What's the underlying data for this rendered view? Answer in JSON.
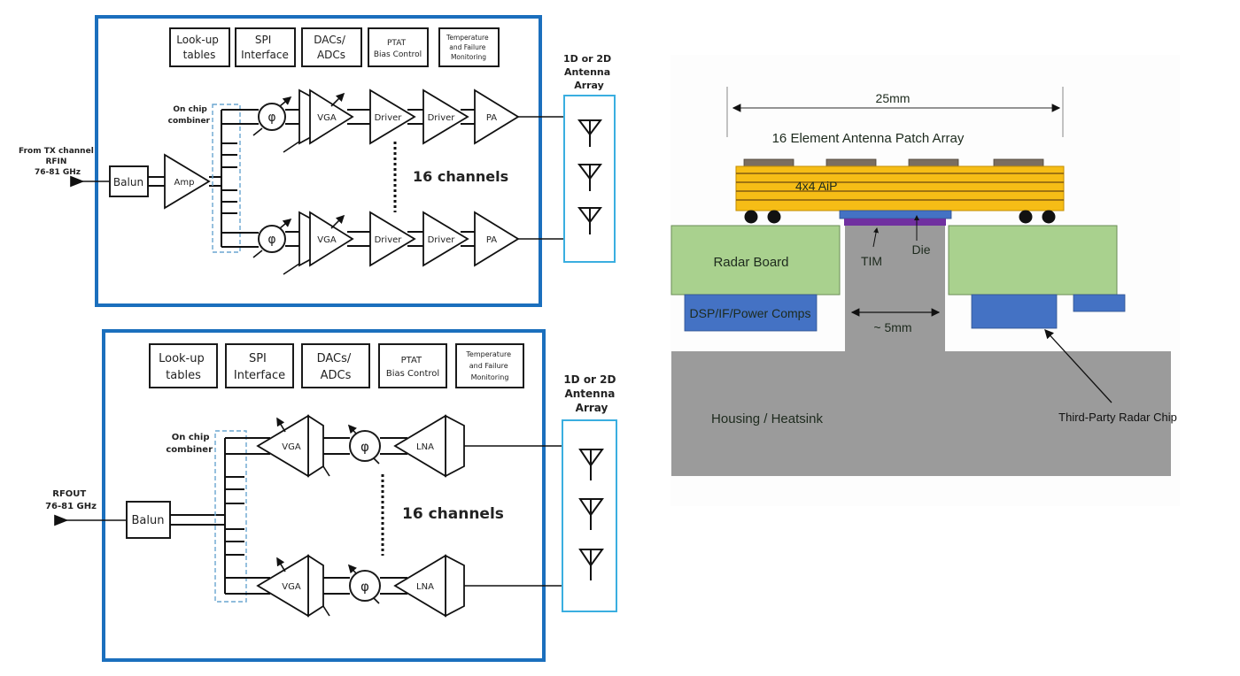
{
  "tx_diagram": {
    "input_label": [
      "From TX channel",
      "RFIN",
      "76-81 GHz"
    ],
    "balun": "Balun",
    "amp": "Amp",
    "combiner_label": [
      "On chip",
      "combiner"
    ],
    "control_blocks": [
      [
        "Look-up",
        "tables"
      ],
      [
        "SPI",
        "Interface"
      ],
      [
        "DACs/",
        "ADCs"
      ],
      [
        "PTAT",
        "Bias Control"
      ],
      [
        "Temperature",
        "and Failure",
        "Monitoring"
      ]
    ],
    "phase_shifter": "φ",
    "chain": [
      "VGA",
      "Driver",
      "Driver",
      "PA"
    ],
    "channels_label": "16 channels",
    "antenna_label": [
      "1D or 2D",
      "Antenna",
      "Array"
    ]
  },
  "rx_diagram": {
    "output_label": [
      "RFOUT",
      "76-81 GHz"
    ],
    "balun": "Balun",
    "combiner_label": [
      "On chip",
      "combiner"
    ],
    "control_blocks": [
      [
        "Look-up",
        "tables"
      ],
      [
        "SPI",
        "Interface"
      ],
      [
        "DACs/",
        "ADCs"
      ],
      [
        "PTAT",
        "Bias Control"
      ],
      [
        "Temperature",
        "and Failure",
        "Monitoring"
      ]
    ],
    "phase_shifter": "φ",
    "chain": [
      "VGA",
      "LNA"
    ],
    "channels_label": "16 channels",
    "antenna_label": [
      "1D or 2D",
      "Antenna",
      "Array"
    ]
  },
  "package_diagram": {
    "width_dim": "25mm",
    "array_label": "16 Element Antenna Patch Array",
    "aip_label": "4x4 AiP",
    "tim_label": "TIM",
    "die_label": "Die",
    "radar_board_label": "Radar Board",
    "dsp_label": "DSP/IF/Power Comps",
    "gap_dim": "~ 5mm",
    "housing_label": "Housing / Heatsink",
    "chip_callout": "Third-Party Radar Chip",
    "colors": {
      "aip": "#f6bd16",
      "aip_lines": "#6b4a10",
      "patch": "#7b6e60",
      "board": "#a9d18e",
      "component": "#4472c4",
      "tim": "#7030a0",
      "housing": "#9b9b9b"
    }
  }
}
